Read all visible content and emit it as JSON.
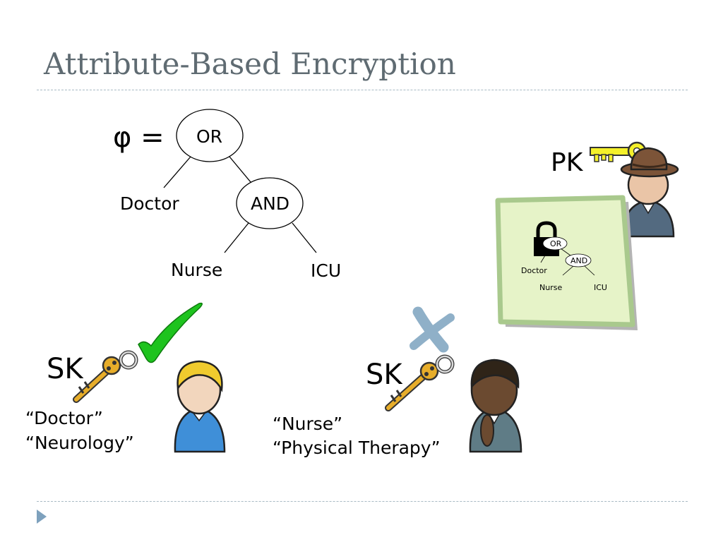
{
  "slide": {
    "title": "Attribute-Based Encryption"
  },
  "policy": {
    "phi_label": "φ =",
    "root": "OR",
    "and_node": "AND",
    "leaf_doctor": "Doctor",
    "leaf_nurse": "Nurse",
    "leaf_icu": "ICU"
  },
  "public_key": {
    "label": "PK"
  },
  "ciphertext": {
    "root": "OR",
    "and_node": "AND",
    "leaf_doctor": "Doctor",
    "leaf_nurse": "Nurse",
    "leaf_icu": "ICU"
  },
  "users": [
    {
      "key_label": "SK",
      "attr_1": "“Doctor”",
      "attr_2": "“Neurology”",
      "result": "check-icon"
    },
    {
      "key_label": "SK",
      "attr_1": "“Nurse”",
      "attr_2": "“Physical Therapy”",
      "result": "cross-icon"
    }
  ],
  "colors": {
    "title": "#5f6b72",
    "rule": "#a8bac4",
    "check": "#1ec31e",
    "cross": "#8fb0c8",
    "gold_key": "#e7ad2a",
    "yellow_key": "#f4f02a",
    "parchment": "#e6f3c8",
    "parchment_border": "#a9c98d"
  }
}
